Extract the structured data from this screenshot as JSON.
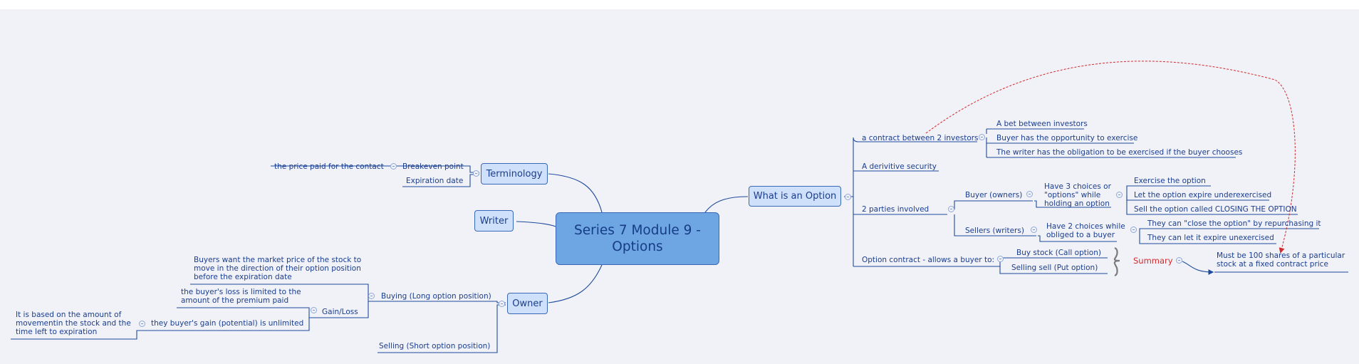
{
  "central": "Series 7 Module 9 - Options",
  "terminology": {
    "label": "Terminology",
    "breakeven": "Breakeven point",
    "breakeven_detail": "the price paid for the contact",
    "expiration": "Expiration date"
  },
  "writer": {
    "label": "Writer"
  },
  "owner": {
    "label": "Owner",
    "buying": "Buying (Long option position)",
    "buyers_want": "Buyers want the market price of the stock to move in the direction of their option position before the expiration date",
    "gain_loss": "Gain/Loss",
    "loss_limited": "the buyer's loss is limited to the amount of the premium paid",
    "gain_unlimited": "they buyer's gain (potential) is unlimited",
    "gain_based": "It is based on the amount of movementin the stock and the time left to expiration",
    "selling": "Selling (Short option position)"
  },
  "what": {
    "label": "What is an Option",
    "contract": "a contract between 2 investors",
    "bet": "A bet between investors",
    "buyer_opportunity": "Buyer has the opportunity to exercise",
    "writer_obligation": "The writer has the obligation to be exercised if the buyer chooses",
    "derivative": "A derivitive security",
    "parties": "2 parties involved",
    "buyer_owners": "Buyer (owners)",
    "three_choices": "Have 3 choices or \"options\" while holding an option",
    "exercise": "Exercise the option",
    "let_expire": "Let the option expire underexercised",
    "sell_option": "Sell the option called CLOSING THE OPTION",
    "sellers": "Sellers (writers)",
    "two_choices": "Have 2 choices while obliged to a buyer",
    "close_option": "They can \"close the option\" by repurchasing it",
    "let_expire_unexercised": "They can let it expire unexercised",
    "contract_allows": "Option contract - allows a buyer to:",
    "buy_stock": "Buy stock (Call option)",
    "sell_put": "Selling sell (Put option)",
    "summary": "Summary",
    "summary_detail": "Must be 100 shares of a particular stock at a fixed contract price"
  },
  "colors": {
    "background": "#f0f2f8",
    "central_fill": "#6ea6e4",
    "topic_fill": "#cfe0fb",
    "line": "#1f4a9b",
    "text": "#1b3d8f",
    "summary": "#d22a2a",
    "relationship": "#d22a2a"
  }
}
